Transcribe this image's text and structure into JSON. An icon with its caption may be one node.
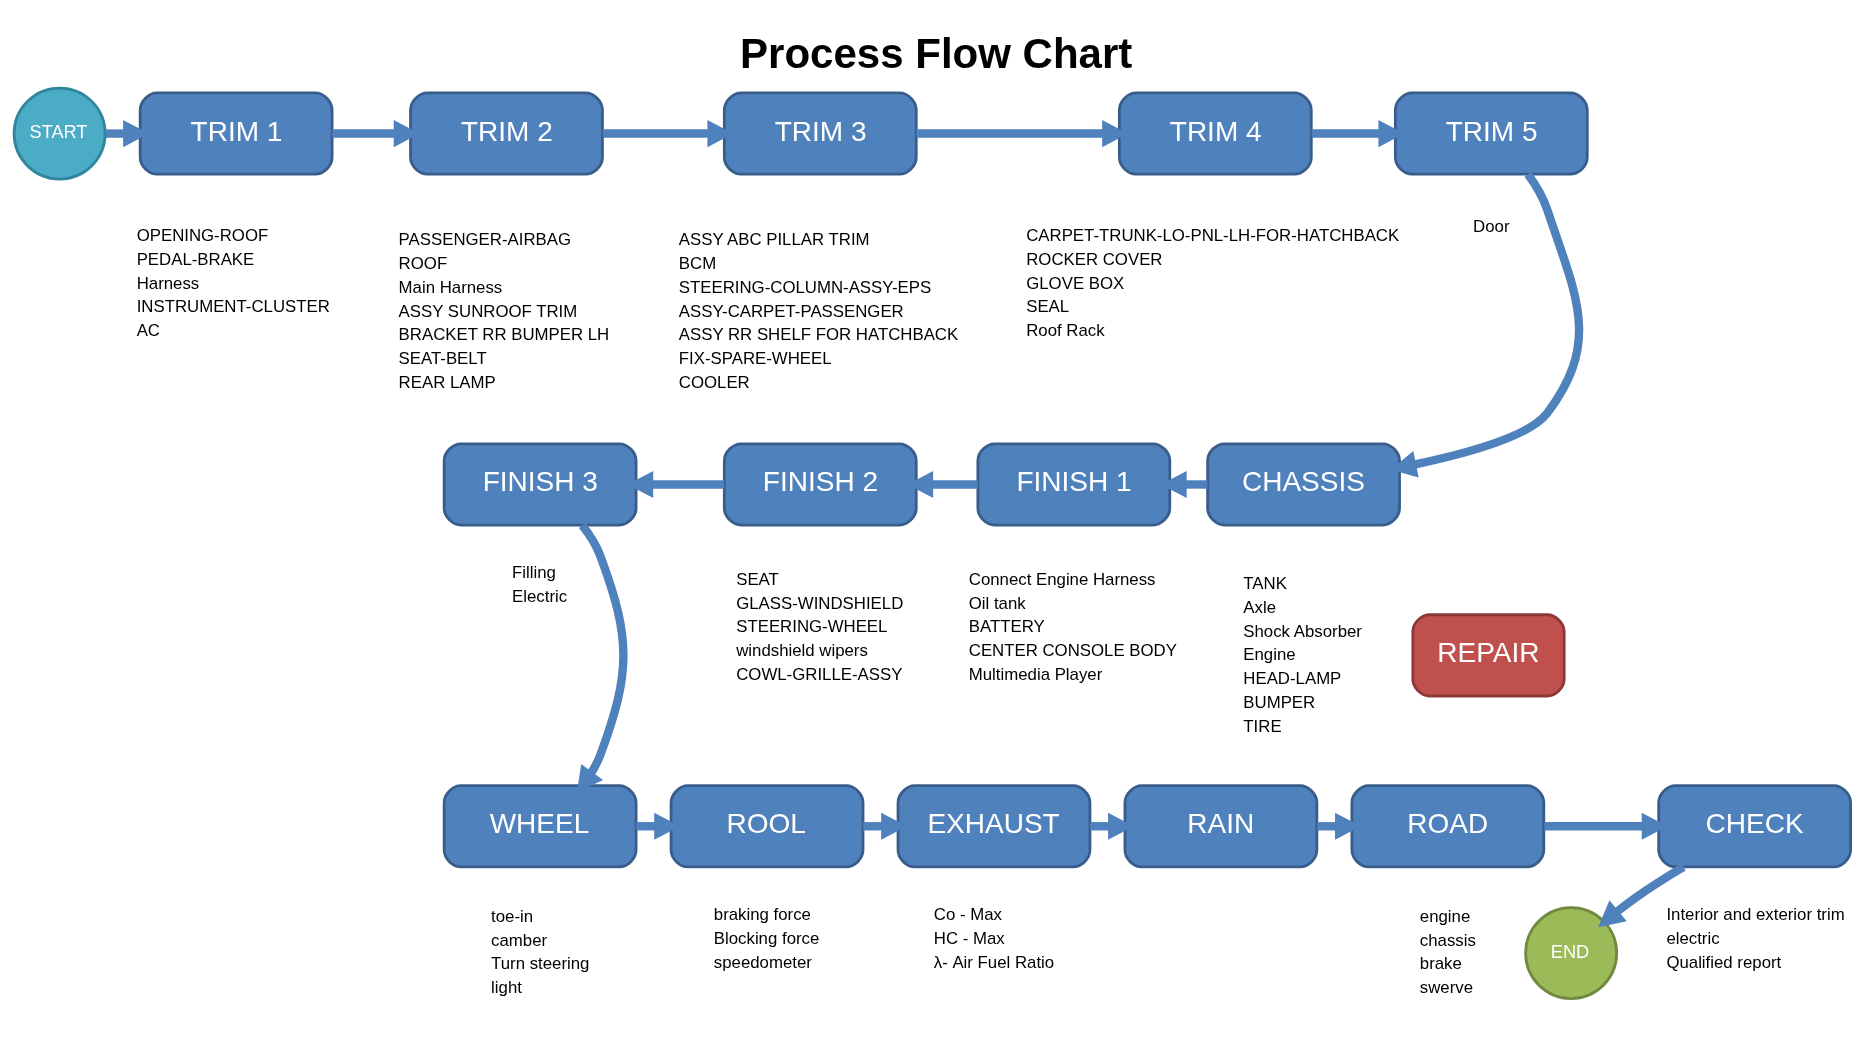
{
  "diagram": {
    "title": "Process Flow Chart",
    "nodes": [
      {
        "text": [
          "START"
        ]
      },
      {
        "text": [
          "TRIM 1"
        ],
        "beside": [
          "OPENING-ROOF",
          "PEDAL-BRAKE",
          "Harness",
          "INSTRUMENT-CLUSTER",
          "AC"
        ]
      },
      {
        "text": [
          "TRIM 2"
        ],
        "beside": [
          "PASSENGER-AIRBAG",
          "ROOF",
          "Main Harness",
          "ASSY SUNROOF TRIM",
          "BRACKET RR BUMPER LH",
          "SEAT-BELT",
          "REAR LAMP"
        ]
      },
      {
        "text": [
          "TRIM 3"
        ],
        "beside": [
          "ASSY ABC PILLAR TRIM",
          "BCM",
          "STEERING-COLUMN-ASSY-EPS",
          "ASSY-CARPET-PASSENGER",
          "ASSY RR SHELF FOR HATCHBACK",
          "FIX-SPARE-WHEEL",
          "COOLER"
        ]
      },
      {
        "text": [
          "TRIM 4"
        ],
        "beside": [
          "CARPET-TRUNK-LO-PNL-LH-FOR-HATCHBACK",
          "ROCKER COVER",
          "GLOVE BOX",
          "SEAL",
          "Roof Rack"
        ]
      },
      {
        "text": [
          "TRIM 5"
        ],
        "beside": [
          "Door"
        ]
      },
      {
        "text": [
          "CHASSIS"
        ],
        "beside": [
          "TANK",
          "Axle",
          "Shock Absorber",
          "Engine",
          "HEAD-LAMP",
          "BUMPER",
          "TIRE"
        ]
      },
      {
        "text": [
          "FINISH 1"
        ],
        "beside": [
          "Connect Engine Harness",
          "Oil tank",
          "BATTERY",
          "CENTER CONSOLE BODY",
          "Multimedia Player"
        ]
      },
      {
        "text": [
          "FINISH 2"
        ],
        "beside": [
          "SEAT",
          "GLASS-WINDSHIELD",
          "STEERING-WHEEL",
          "windshield wipers",
          "COWL-GRILLE-ASSY"
        ]
      },
      {
        "text": [
          "FINISH 3"
        ],
        "beside": [
          "Filling",
          "Electric"
        ]
      },
      {
        "text": [
          "REPAIR"
        ]
      },
      {
        "text": [
          "WHEEL"
        ],
        "beside": [
          "toe-in",
          "camber",
          "Turn steering",
          "light"
        ]
      },
      {
        "text": [
          "ROOL"
        ],
        "beside": [
          "braking force",
          "Blocking force",
          "speedometer"
        ]
      },
      {
        "text": [
          "EXHAUST"
        ],
        "beside": [
          "Co - Max",
          "HC - Max",
          "λ- Air Fuel Ratio"
        ]
      },
      {
        "text": [
          "RAIN"
        ]
      },
      {
        "text": [
          "ROAD"
        ],
        "beside": [
          "engine",
          "chassis",
          "brake",
          "swerve"
        ]
      },
      {
        "text": [
          "CHECK"
        ],
        "beside": [
          "Interior and exterior trim",
          "electric",
          "Qualified report"
        ]
      },
      {
        "text": [
          "END"
        ]
      }
    ],
    "edges": [
      {
        "from": 0,
        "to": 1,
        "arrow": "to"
      },
      {
        "from": 1,
        "to": 2,
        "arrow": "to"
      },
      {
        "from": 2,
        "to": 3,
        "arrow": "to"
      },
      {
        "from": 3,
        "to": 4,
        "arrow": "to"
      },
      {
        "from": 4,
        "to": 5,
        "arrow": "to"
      },
      {
        "from": 5,
        "to": 6,
        "arrow": "to"
      },
      {
        "from": 6,
        "to": 7,
        "arrow": "to"
      },
      {
        "from": 7,
        "to": 8,
        "arrow": "to"
      },
      {
        "from": 8,
        "to": 9,
        "arrow": "to"
      },
      {
        "from": 9,
        "to": 11,
        "arrow": "to"
      },
      {
        "from": 11,
        "to": 12,
        "arrow": "to"
      },
      {
        "from": 12,
        "to": 13,
        "arrow": "to"
      },
      {
        "from": 13,
        "to": 14,
        "arrow": "to"
      },
      {
        "from": 14,
        "to": 15,
        "arrow": "to"
      },
      {
        "from": 15,
        "to": 16,
        "arrow": "to"
      },
      {
        "from": 16,
        "to": 17,
        "arrow": "to"
      }
    ]
  }
}
